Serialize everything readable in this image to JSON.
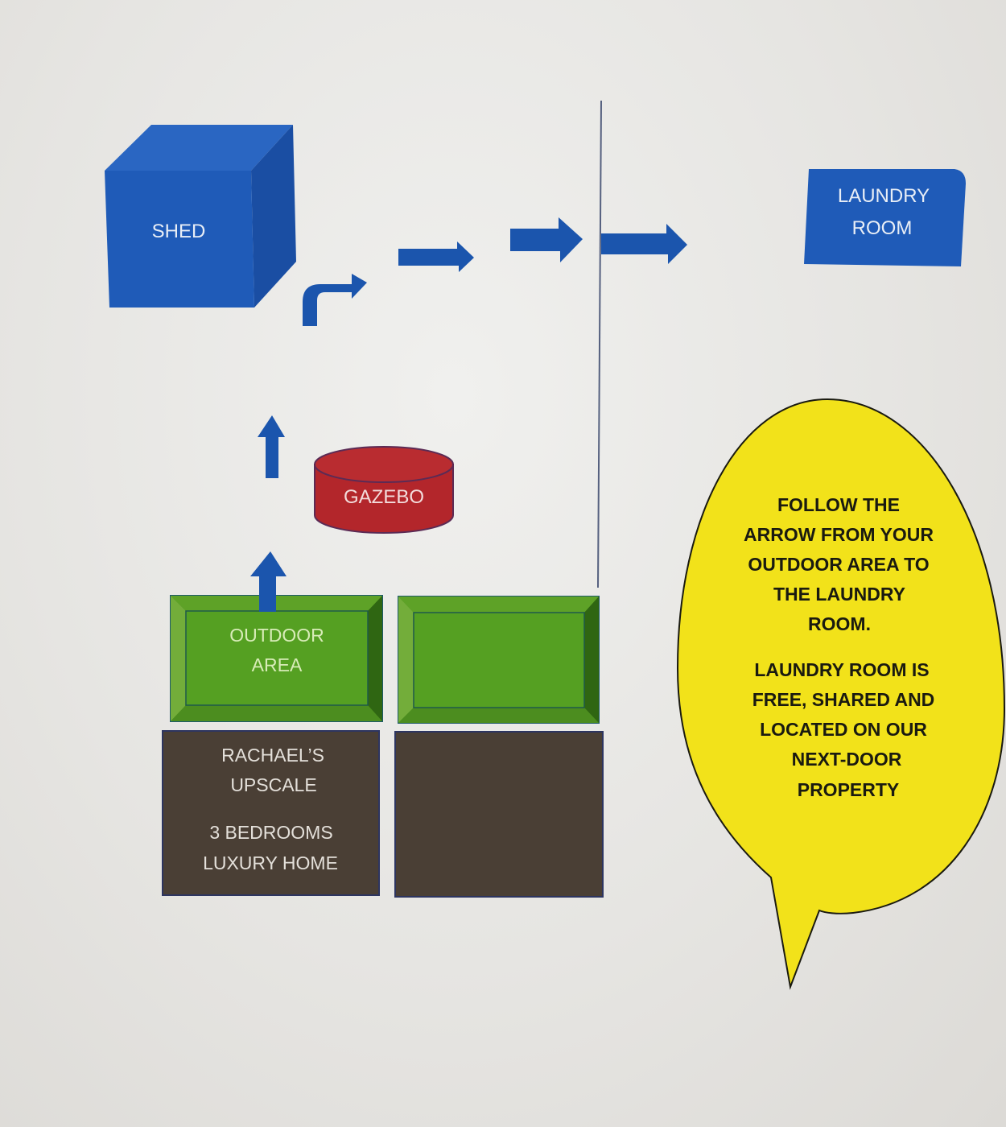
{
  "diagram": {
    "shed": {
      "label": "SHED"
    },
    "laundry_room": {
      "lines": [
        "LAUNDRY",
        "ROOM"
      ]
    },
    "gazebo": {
      "label": "GAZEBO"
    },
    "outdoor_areas": [
      {
        "lines": [
          "OUTDOOR",
          "AREA"
        ]
      },
      {
        "lines": []
      }
    ],
    "homes": [
      {
        "lines": [
          "RACHAEL’S",
          "UPSCALE",
          "3 BEDROOMS",
          "LUXURY HOME"
        ]
      },
      {
        "lines": []
      }
    ],
    "callout": {
      "paragraph1": [
        "FOLLOW THE",
        "ARROW FROM YOUR",
        "OUTDOOR AREA TO",
        "THE LAUNDRY",
        "ROOM."
      ],
      "paragraph2": [
        "LAUNDRY ROOM IS",
        "FREE, SHARED AND",
        "LOCATED ON OUR",
        "NEXT-DOOR",
        "PROPERTY"
      ]
    },
    "arrows": [
      "up",
      "up",
      "turn-right",
      "right",
      "right",
      "right"
    ],
    "colors": {
      "blue": "#1f5bb5",
      "red": "#b3262b",
      "green": "#4f9a1e",
      "brown": "#4a3f35",
      "yellow": "#f2e21a",
      "line": "#4a5a8a"
    }
  }
}
